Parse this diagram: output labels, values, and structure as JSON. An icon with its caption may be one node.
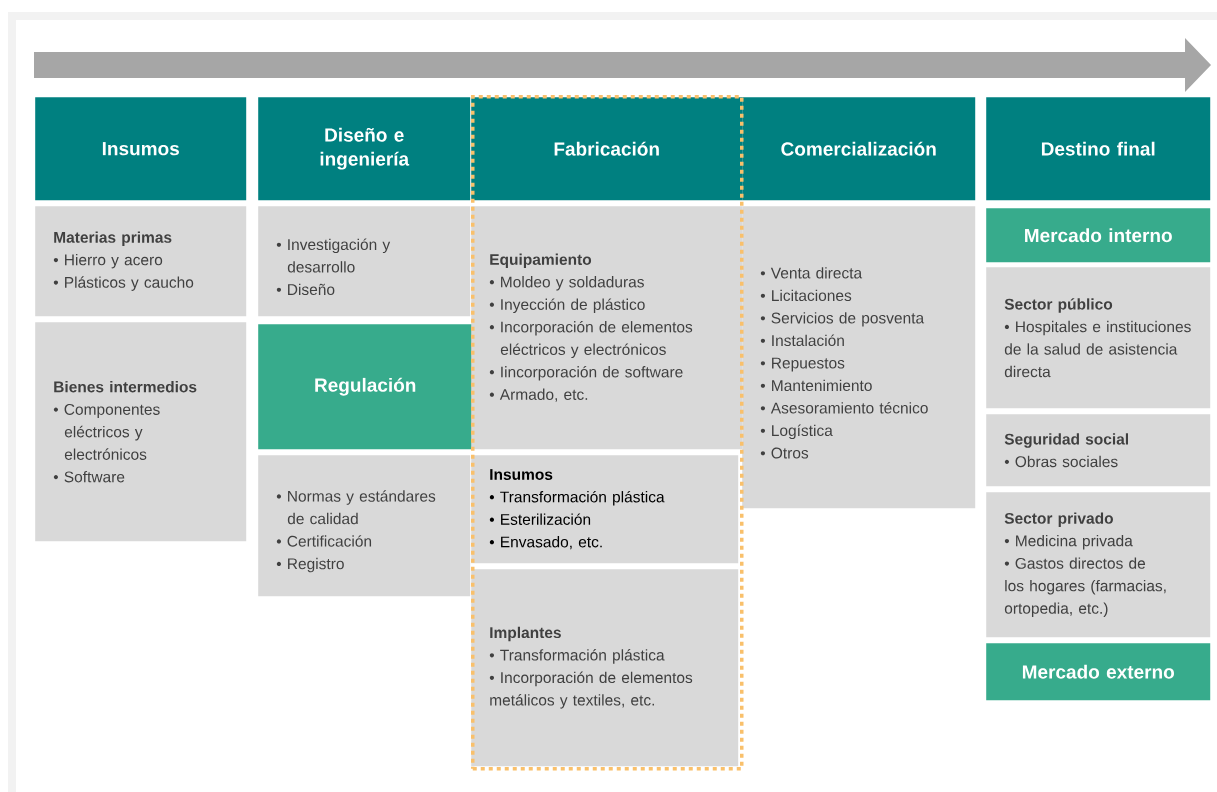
{
  "diagram": {
    "nodes": [
      {
        "text": [
          "Insumos"
        ]
      },
      {
        "text": [
          "Materias primas",
          "• Hierro y acero",
          "• Plásticos y caucho"
        ]
      },
      {
        "text": [
          "Bienes intermedios",
          "• Componentes eléctricos y electrónicos",
          "• Software"
        ]
      },
      {
        "text": [
          "Diseño e ingeniería"
        ]
      },
      {
        "text": [
          "• Investigación y desarrollo",
          "• Diseño"
        ]
      },
      {
        "text": [
          "Regulación"
        ]
      },
      {
        "text": [
          "• Normas y estándares de calidad",
          "• Certificación",
          "• Registro"
        ]
      },
      {
        "text": [],
        "shape": "box"
      },
      {
        "text": [
          "Fabricación"
        ],
        "in": 7
      },
      {
        "text": [
          "Equipamiento",
          "• Moldeo y soldaduras",
          "• Inyección de plástico",
          "• Incorporación de elementos eléctricos y electrónicos",
          "• Iincorporación de software",
          "• Armado, etc."
        ],
        "in": 7
      },
      {
        "text": [
          "Insumos",
          "• Transformación plástica",
          "• Esterilización",
          "• Envasado, etc."
        ],
        "in": 7
      },
      {
        "text": [
          "Implantes",
          "• Transformación plástica",
          "• Incorporación de elementos metálicos y textiles, etc."
        ],
        "in": 7
      },
      {
        "text": [
          "Comercialización"
        ]
      },
      {
        "text": [
          "• Venta directa",
          "• Licitaciones",
          "• Servicios de posventa",
          "• Instalación",
          "• Repuestos",
          "• Mantenimiento",
          "• Asesoramiento técnico",
          "• Logística",
          "• Otros"
        ]
      },
      {
        "text": [
          "Destino final"
        ]
      },
      {
        "text": [
          "Mercado interno"
        ]
      },
      {
        "text": [
          "Sector público",
          "• Hospitales e instituciones de la salud de asistencia directa"
        ]
      },
      {
        "text": [
          "Seguridad social",
          "• Obras sociales"
        ]
      },
      {
        "text": [
          "Sector privado",
          "• Medicina privada",
          "• Gastos directos de los hogares (farmacias, ortopedia, etc.)"
        ]
      },
      {
        "text": [
          "Mercado externo"
        ]
      }
    ]
  }
}
